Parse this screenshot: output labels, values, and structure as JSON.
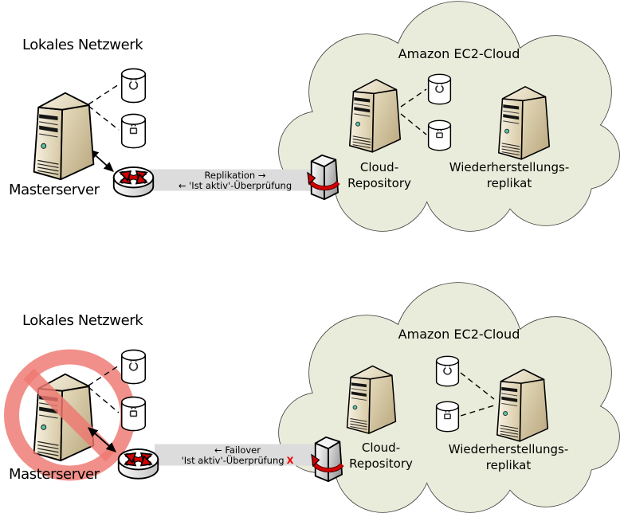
{
  "diagram": {
    "panels": [
      {
        "id": "normal-operation",
        "local_network_label": "Lokales Netzwerk",
        "master_server_label": "Masterserver",
        "master_disabled": false,
        "link": {
          "line1": "Replikation →",
          "line2": "← 'Ist aktiv'-Überprüfung",
          "status_mark": ""
        },
        "cloud": {
          "title": "Amazon EC2-Cloud",
          "repository_label_lines": [
            "Cloud-",
            "Repository"
          ],
          "replica_label_lines": [
            "Wiederherstellungs-",
            "replikat"
          ]
        }
      },
      {
        "id": "failover",
        "local_network_label": "Lokales Netzwerk",
        "master_server_label": "Masterserver",
        "master_disabled": true,
        "link": {
          "line1": "← Failover",
          "line2": "'Ist aktiv'-Überprüfung",
          "status_mark": "X"
        },
        "cloud": {
          "title": "Amazon EC2-Cloud",
          "repository_label_lines": [
            "Cloud-",
            "Repository"
          ],
          "replica_label_lines": [
            "Wiederherstellungs-",
            "replikat"
          ]
        }
      }
    ],
    "icons": {
      "master_server": "server-tower-icon",
      "database_sync": "db-cylinder-sync-icon",
      "database_lock": "db-cylinder-lock-icon",
      "router": "router-crossed-arrows-icon",
      "cloud_gateway": "gateway-sync-server-icon",
      "failure": "prohibition-sign-icon"
    },
    "colors": {
      "cloud_fill": "#e9ecda",
      "cloud_stroke": "#3a3a3a",
      "link_band": "#dcdcdc",
      "prohibition_red": "#ee7870",
      "status_alert": "#f00000",
      "router_arrows": "#d40000",
      "server_beige": "#d8caa6"
    }
  }
}
